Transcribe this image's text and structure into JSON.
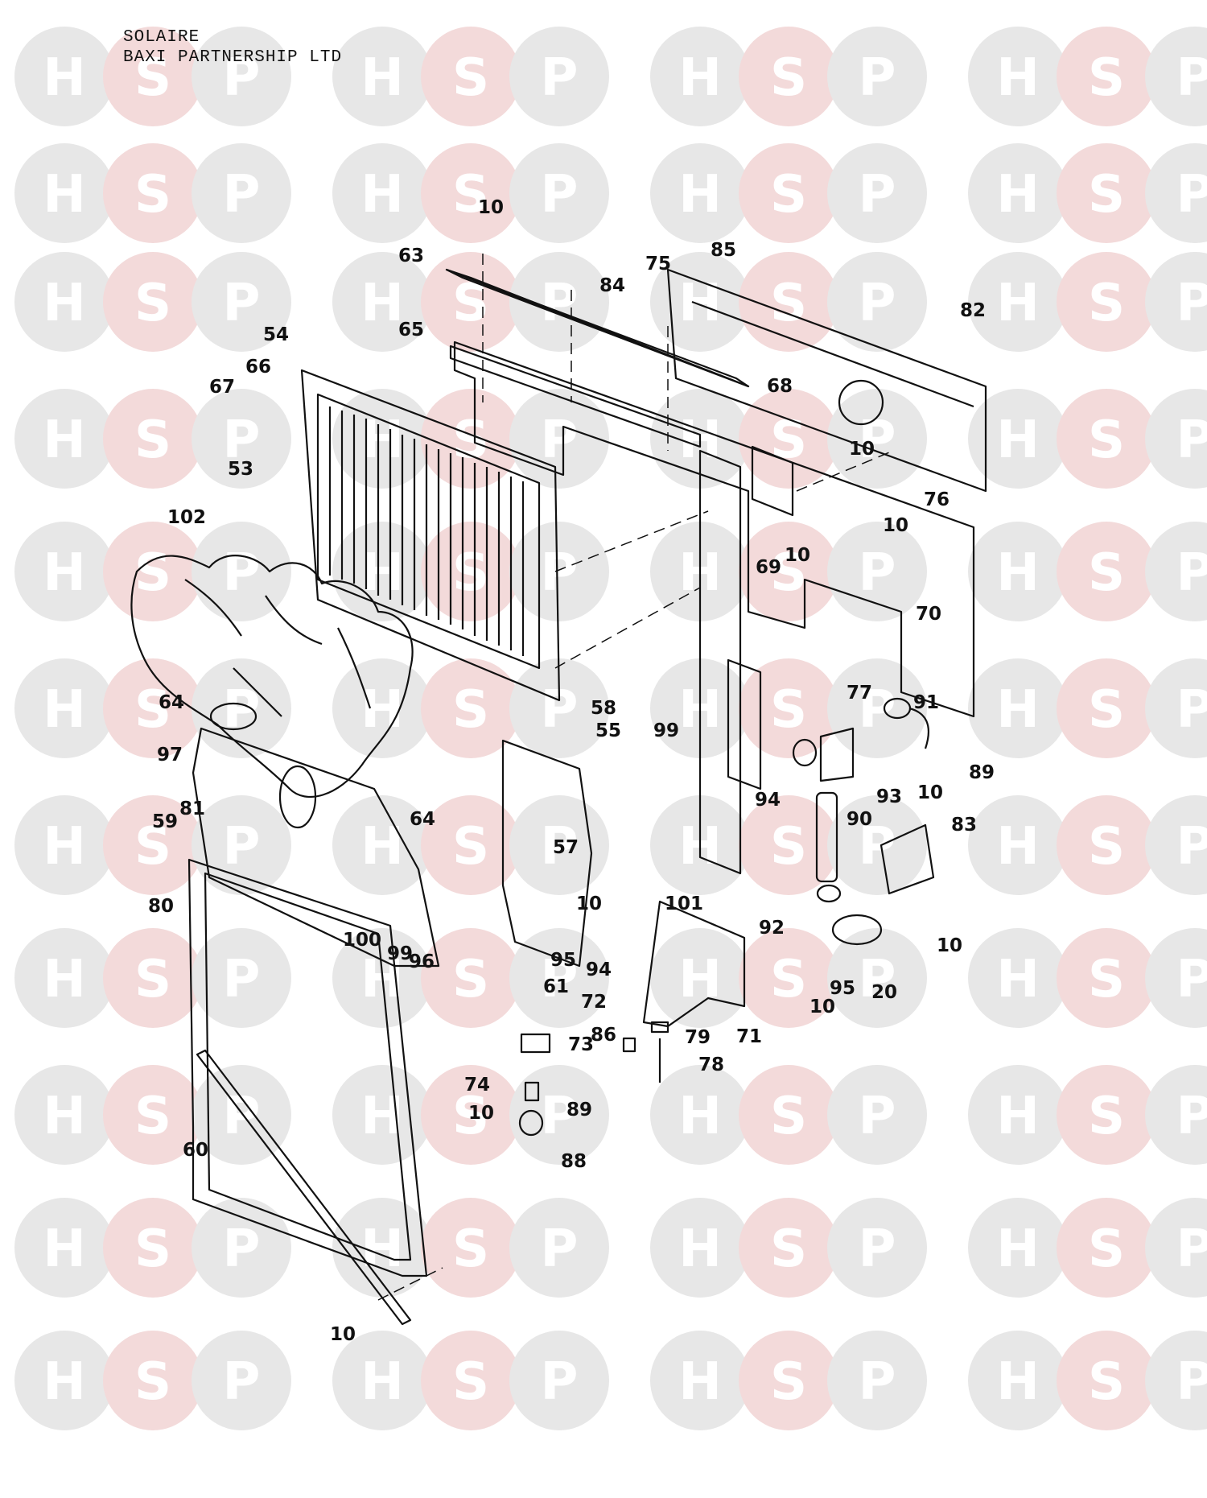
{
  "header": {
    "line1": "SOLAIRE",
    "line2": "BAXI PARTNERSHIP LTD"
  },
  "watermark": {
    "letters": [
      "H",
      "S",
      "P"
    ],
    "circle_color": "#e7e7e7",
    "s_circle_color": "#f3dada",
    "letter_color": "#ffffff"
  },
  "parts": {
    "p10a": "10",
    "p63": "63",
    "p75": "75",
    "p85": "85",
    "p84": "84",
    "p82": "82",
    "p54": "54",
    "p65": "65",
    "p66": "66",
    "p67": "67",
    "p68": "68",
    "p10b": "10",
    "p53": "53",
    "p76": "76",
    "p10c": "10",
    "p10d": "10",
    "p102": "102",
    "p69": "69",
    "p70": "70",
    "p77": "77",
    "p91": "91",
    "p64a": "64",
    "p58": "58",
    "p99a": "99",
    "p55": "55",
    "p97": "97",
    "p89a": "89",
    "p10e": "10",
    "p93": "93",
    "p94a": "94",
    "p81": "81",
    "p64b": "64",
    "p90": "90",
    "p59": "59",
    "p83": "83",
    "p57": "57",
    "p80": "80",
    "p10f": "10",
    "p101": "101",
    "p92": "92",
    "p100": "100",
    "p99b": "99",
    "p96": "96",
    "p95a": "95",
    "p94b": "94",
    "p10g": "10",
    "p61": "61",
    "p95b": "95",
    "p20": "20",
    "p10h": "10",
    "p72": "72",
    "p71": "71",
    "p73": "73",
    "p86": "86",
    "p79": "79",
    "p78": "78",
    "p74": "74",
    "p10i": "10",
    "p89b": "89",
    "p88": "88",
    "p60": "60",
    "p10j": "10"
  }
}
